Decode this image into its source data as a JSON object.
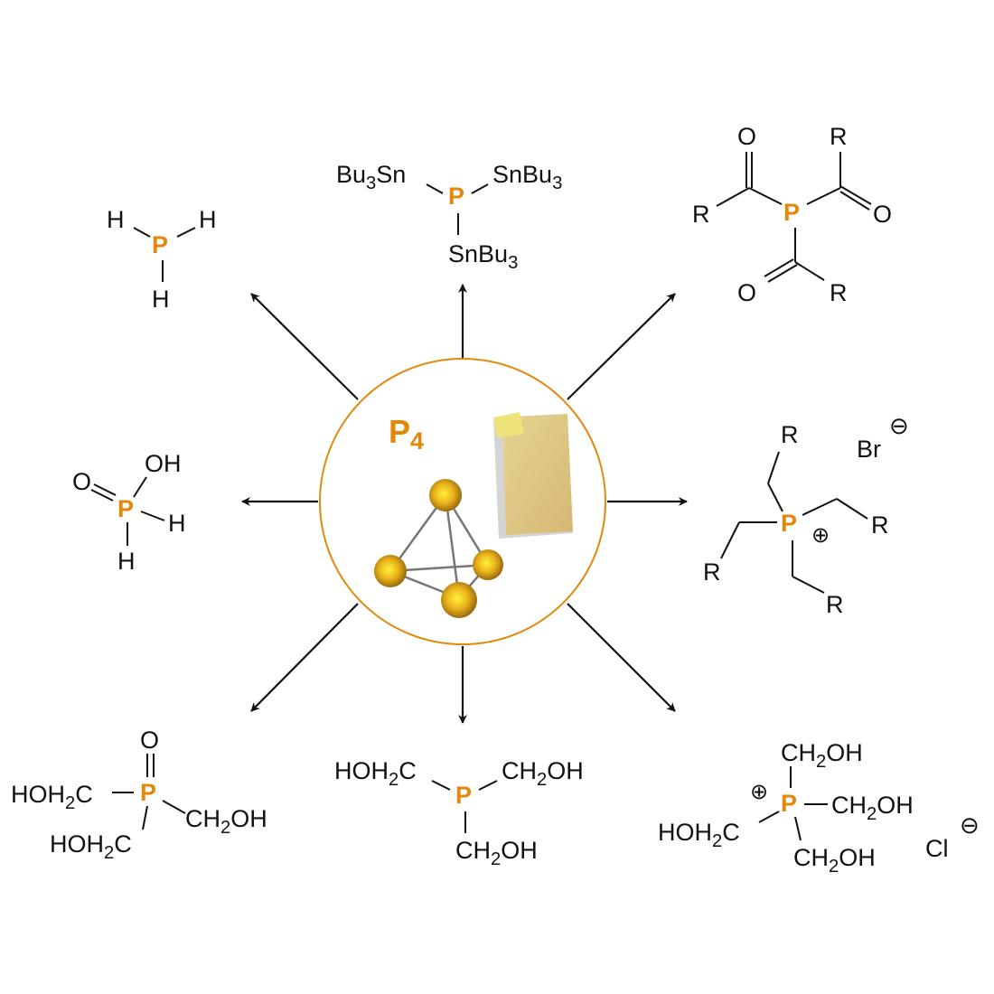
{
  "colors": {
    "phosphorus": "#e2890c",
    "circle": "#e2890c",
    "bond": "#111111"
  },
  "center": {
    "label": "P4"
  },
  "phosphine": {
    "p": "P",
    "h1": "H",
    "h2": "H",
    "h3": "H"
  },
  "stannyl": {
    "p": "P",
    "left": "Bu3Sn",
    "right": "SnBu3",
    "bottom": "SnBu3"
  },
  "acyl": {
    "p": "P",
    "o1": "O",
    "r1": "R",
    "r2": "R",
    "o2": "O",
    "o3": "O",
    "r3": "R"
  },
  "phosphonium": {
    "p": "P",
    "plus": "⊕",
    "r1": "R",
    "r2": "R",
    "r3": "R",
    "r4": "R",
    "anion": "Br",
    "minus": "⊖"
  },
  "thpc": {
    "p": "P",
    "plus": "⊕",
    "top": "CH2OH",
    "right": "CH2OH",
    "left": "HOH2C",
    "bottom": "CH2OH",
    "anion": "Cl",
    "minus": "⊖"
  },
  "thp": {
    "p": "P",
    "left": "HOH2C",
    "right": "CH2OH",
    "bottom": "CH2OH"
  },
  "oxide": {
    "p": "P",
    "o": "O",
    "left": "HOH2C",
    "right": "CH2OH",
    "bottom": "HOH2C"
  },
  "hypo": {
    "p": "P",
    "o": "O",
    "oh": "OH",
    "h1": "H",
    "h2": "H"
  }
}
